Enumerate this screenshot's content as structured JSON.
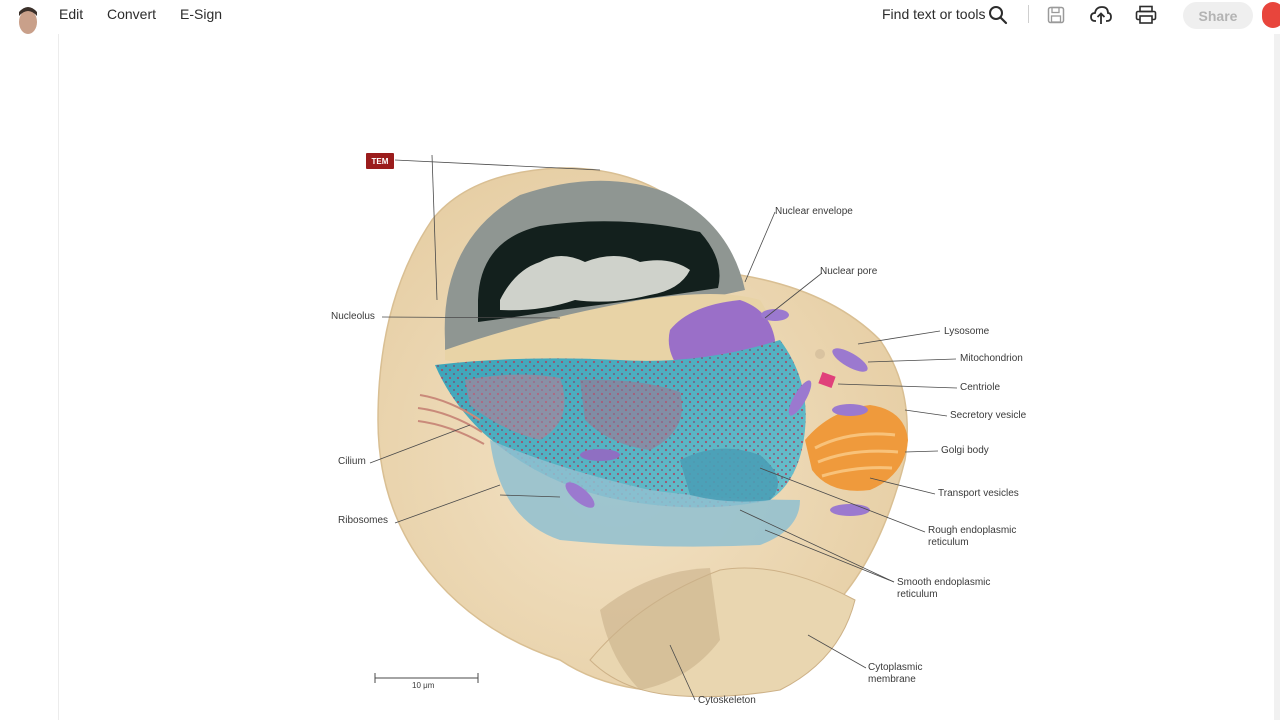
{
  "toolbar": {
    "menu": [
      "Edit",
      "Convert",
      "E-Sign"
    ],
    "find_label": "Find text or tools",
    "share_label": "Share",
    "icons": [
      "search-icon",
      "save-icon",
      "cloud-upload-icon",
      "print-icon"
    ]
  },
  "figure": {
    "badge": "TEM",
    "scale": "10 μm",
    "labels": {
      "nuclear_envelope": "Nuclear envelope",
      "nuclear_pore": "Nuclear pore",
      "nucleolus": "Nucleolus",
      "lysosome": "Lysosome",
      "mitochondrion": "Mitochondrion",
      "centriole": "Centriole",
      "secretory_vesicle": "Secretory vesicle",
      "golgi_body": "Golgi body",
      "transport_vesicles": "Transport vesicles",
      "rough_er": "Rough endoplasmic reticulum",
      "smooth_er": "Smooth endoplasmic reticulum",
      "cilium": "Cilium",
      "ribosomes": "Ribosomes",
      "cytoplasmic_membrane": "Cytoplasmic membrane",
      "cytoskeleton": "Cytoskeleton"
    }
  },
  "colors": {
    "accent_red": "#e8453c",
    "badge_red": "#9b1c1c",
    "share_bg": "#efefef"
  }
}
